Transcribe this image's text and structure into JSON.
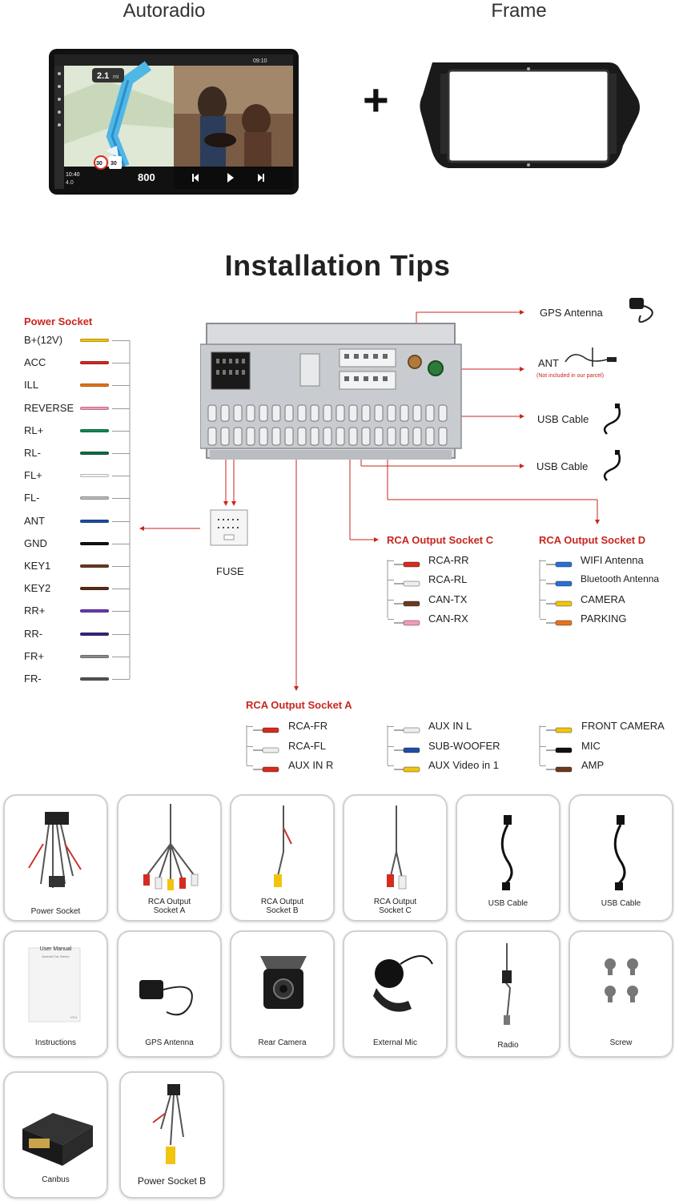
{
  "top": {
    "left_label": "Autoradio",
    "right_label": "Frame",
    "plus": "+"
  },
  "screen": {
    "nav_distance": "2.1",
    "nav_unit": "mi",
    "speed_limit_1": "30",
    "speed_limit_2": "30",
    "distance": "800",
    "time_left": "10:40",
    "dist_left": "4.0",
    "status_time": "09:10"
  },
  "title": "Installation Tips",
  "power_socket": {
    "heading": "Power Socket",
    "wires": [
      {
        "label": "B+(12V)",
        "color": "#f1c40f"
      },
      {
        "label": "ACC",
        "color": "#d62b1f"
      },
      {
        "label": "ILL",
        "color": "#e8731c"
      },
      {
        "label": "REVERSE",
        "color": "#f29bb2"
      },
      {
        "label": "RL+",
        "color": "#128a54"
      },
      {
        "label": "RL-",
        "color": "#0f6e43"
      },
      {
        "label": "FL+",
        "color": "#f4f4f4"
      },
      {
        "label": "FL-",
        "color": "#bbbbbb"
      },
      {
        "label": "ANT",
        "color": "#1e4fa3"
      },
      {
        "label": "GND",
        "color": "#111111"
      },
      {
        "label": "KEY1",
        "color": "#6b3a1f"
      },
      {
        "label": "KEY2",
        "color": "#5a2e17"
      },
      {
        "label": "RR+",
        "color": "#6a3ab4"
      },
      {
        "label": "RR-",
        "color": "#3d2380"
      },
      {
        "label": "FR+",
        "color": "#8c8c8c"
      },
      {
        "label": "FR-",
        "color": "#555555"
      }
    ]
  },
  "right_items": {
    "gps": "GPS Antenna",
    "ant": "ANT",
    "ant_note": "(Not included in our parcel)",
    "usb1": "USB Cable",
    "usb2": "USB Cable"
  },
  "fuse": "FUSE",
  "socket_c": {
    "heading": "RCA Output Socket C",
    "items": [
      {
        "label": "RCA-RR",
        "color": "#d62b1f"
      },
      {
        "label": "RCA-RL",
        "color": "#eeeeee"
      },
      {
        "label": "CAN-TX",
        "color": "#6b3a1f"
      },
      {
        "label": "CAN-RX",
        "color": "#f29bb2"
      }
    ]
  },
  "socket_d": {
    "heading": "RCA Output Socket D",
    "items": [
      {
        "label": "WIFI Antenna",
        "color": "#2a6fd6"
      },
      {
        "label": "Bluetooth Antenna",
        "color": "#2a6fd6"
      },
      {
        "label": "CAMERA",
        "color": "#f1c40f"
      },
      {
        "label": "PARKING",
        "color": "#e8731c"
      }
    ]
  },
  "socket_a": {
    "heading": "RCA Output Socket A",
    "col1": [
      {
        "label": "RCA-FR",
        "color": "#d62b1f"
      },
      {
        "label": "RCA-FL",
        "color": "#eeeeee"
      },
      {
        "label": "AUX IN R",
        "color": "#d62b1f"
      }
    ],
    "col2": [
      {
        "label": "AUX IN L",
        "color": "#eeeeee"
      },
      {
        "label": "SUB-WOOFER",
        "color": "#1e4fa3"
      },
      {
        "label": "AUX Video in 1",
        "color": "#f1c40f"
      }
    ],
    "col3": [
      {
        "label": "FRONT CAMERA",
        "color": "#f1c40f"
      },
      {
        "label": "MIC",
        "color": "#111111"
      },
      {
        "label": "AMP",
        "color": "#6b3a1f"
      }
    ]
  },
  "parts": {
    "row1": [
      "Power Socket",
      "RCA Output Socket A",
      "RCA Output Socket B",
      "RCA Output Socket C",
      "USB Cable",
      "USB Cable"
    ],
    "row2": [
      "Instructions",
      "GPS Antenna",
      "Rear Camera",
      "External Mic",
      "Radio",
      "Screw"
    ],
    "row3": [
      "Canbus",
      "Power Socket B"
    ],
    "manual_title": "User Manual",
    "manual_sub": "Android Car Stereo",
    "manual_ver": "V3.0"
  }
}
